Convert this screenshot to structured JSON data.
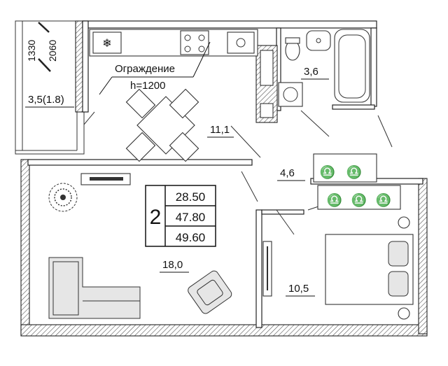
{
  "rooms": {
    "kitchen": "11,1",
    "bathroom": "3,6",
    "hall": "4,6",
    "living": "18,0",
    "bedroom": "10,5",
    "balcony": "3,5(1.8)"
  },
  "fence": {
    "title": "Ограждение",
    "height": "h=1200"
  },
  "window_dims": {
    "first": "1330",
    "second": "2060"
  },
  "summary": {
    "room_count": "2",
    "area_living": "28.50",
    "area_total": "47.80",
    "area_with_balcony": "49.60"
  },
  "colors": {
    "wall_line": "#222222",
    "hatch": "#555555",
    "tile_gray": "#e6e6e6"
  }
}
